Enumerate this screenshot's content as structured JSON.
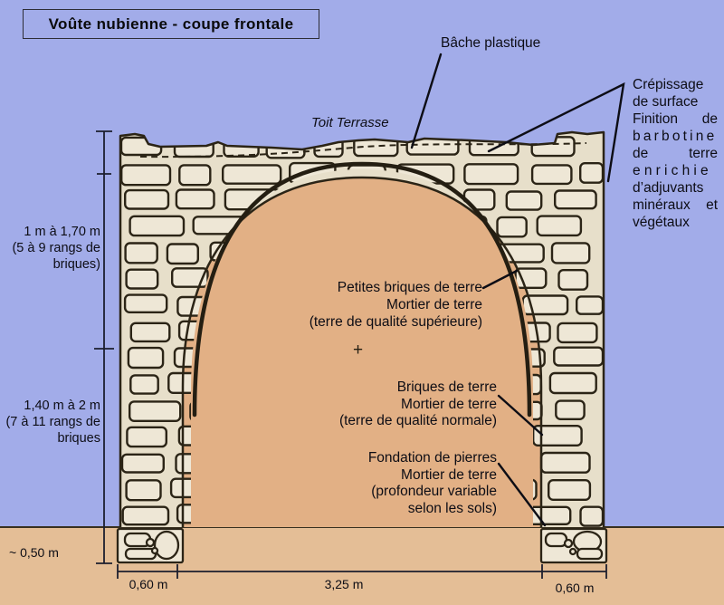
{
  "title": "Voûte nubienne - coupe frontale",
  "colors": {
    "background": "#a2ace9",
    "ground": "#e4be96",
    "vault_interior": "#e2b085",
    "wall_mortar": "#e7dfca",
    "brick": "#eee7d6",
    "outline": "#2b2416",
    "text": "#0d0d15"
  },
  "annotations": {
    "bache_plastique": "Bâche plastique",
    "toit_terrasse": "Toit Terrasse",
    "crepissage": {
      "lines": [
        "Crépissage",
        "de surface",
        "Finition de",
        "barbotine",
        "de terre",
        "enrichie",
        "d’adjuvants",
        "minéraux et",
        "végétaux"
      ]
    },
    "petites_briques": {
      "lines": [
        "Petites briques de terre",
        "Mortier de terre",
        "(terre de qualité supérieure)"
      ]
    },
    "briques": {
      "lines": [
        "Briques de terre",
        "Mortier de terre",
        "(terre de qualité normale)"
      ]
    },
    "fondation": {
      "lines": [
        "Fondation de pierres",
        "Mortier de terre",
        "(profondeur variable",
        "selon les sols)"
      ]
    },
    "center_mark": "+"
  },
  "measurements": {
    "left_upper": {
      "lines": [
        "1 m à 1,70 m",
        "(5 à 9 rangs de",
        "briques)"
      ]
    },
    "left_lower": {
      "lines": [
        "1,40 m à 2 m",
        "(7 à 11 rangs de",
        "briques"
      ]
    },
    "foundation_depth": "~ 0,50 m",
    "bottom_left_width": "0,60 m",
    "bottom_span": "3,25 m",
    "bottom_right_width": "0,60 m"
  }
}
